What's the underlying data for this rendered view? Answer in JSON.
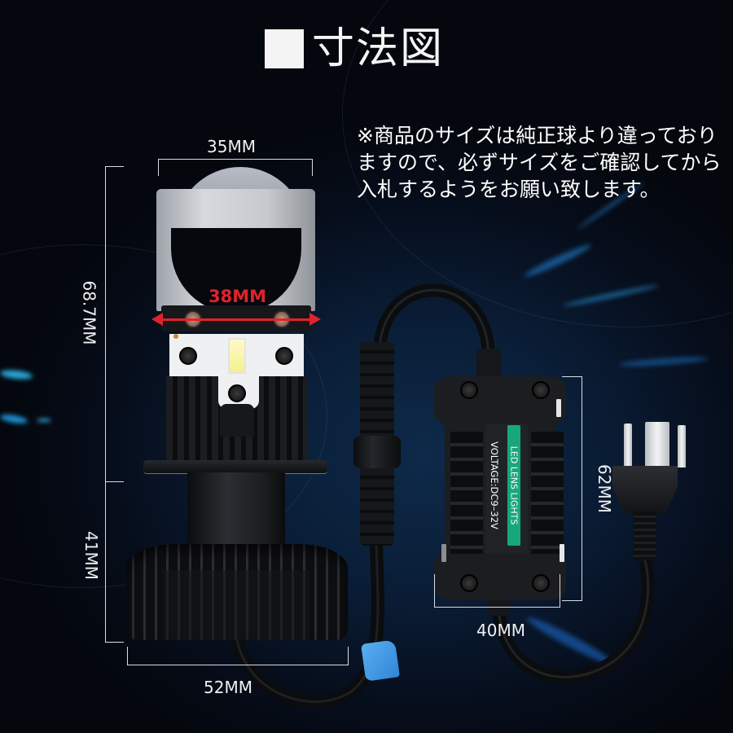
{
  "title": {
    "marker": "■",
    "text": "寸法図"
  },
  "note": {
    "lines": [
      "※商品のサイズは純正球より違っており",
      "ますので、必ずサイズをご確認してから",
      "入札するようをお願い致します。"
    ]
  },
  "dimensions": {
    "lens_width": "35MM",
    "bracket_width": "38MM",
    "upper_height": "68.7MM",
    "lower_height": "41MM",
    "base_width": "52MM",
    "ballast_height": "62MM",
    "ballast_width": "40MM"
  },
  "ballast": {
    "label_brand": "LED LENS LIGHTS",
    "label_voltage": "VOLTAGE:DC9–32V"
  },
  "colors": {
    "background": "#060d1a",
    "dimension_line": "#d9dde3",
    "highlight_red": "#e0232a",
    "label_green": "#17a77a",
    "tape_blue": "#3f98e2"
  }
}
